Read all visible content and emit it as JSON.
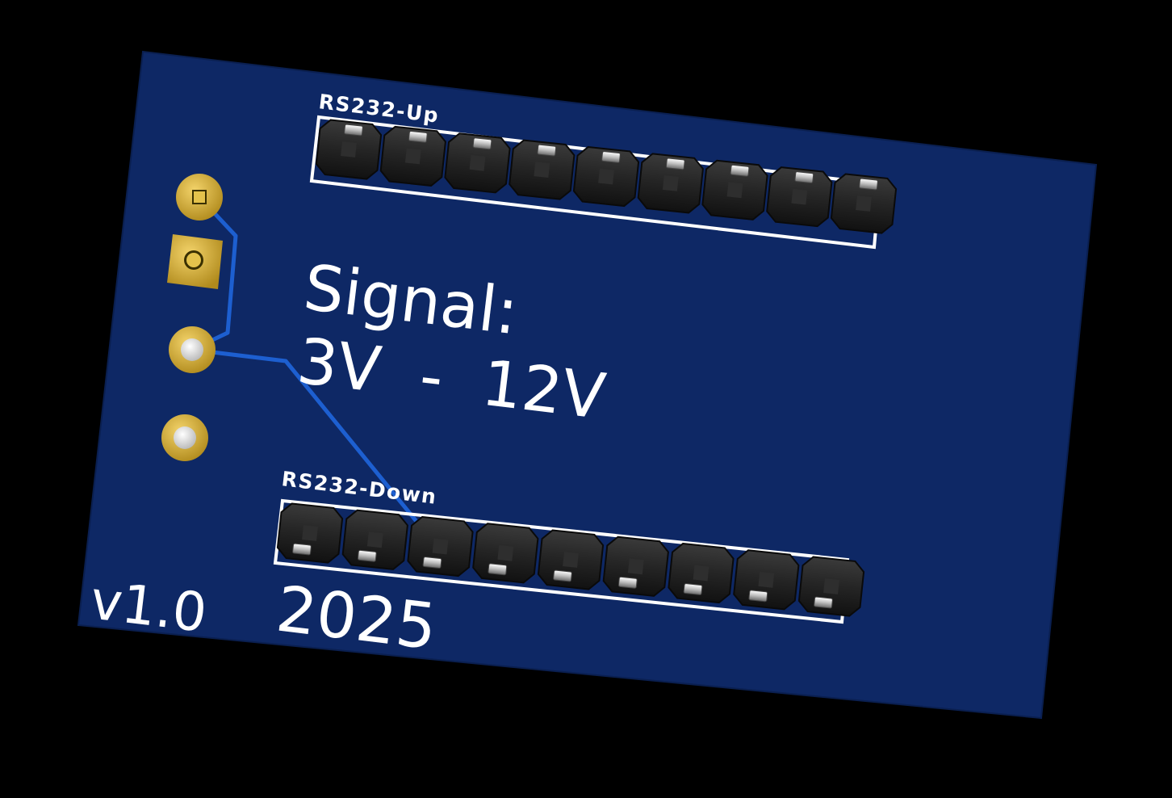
{
  "board": {
    "labels": {
      "top_header": "RS232-Up",
      "bottom_header": "RS232-Down",
      "signal_title": "Signal:",
      "signal_range": "3V  -  12V",
      "version": "v1.0",
      "year": "2025"
    },
    "pin_headers": [
      {
        "name": "RS232-Up",
        "pin_count": 9
      },
      {
        "name": "RS232-Down",
        "pin_count": 9
      }
    ],
    "pads": [
      {
        "shape": "square",
        "finish": "gold"
      },
      {
        "shape": "square",
        "finish": "gold"
      },
      {
        "shape": "round",
        "finish": "gold"
      },
      {
        "shape": "round",
        "finish": "gold"
      }
    ],
    "colors": {
      "background": "#000000",
      "pcb": "#0e2865",
      "trace": "#1d5fd0",
      "silkscreen": "#ffffff",
      "pad_gold": "#c9a227",
      "header_plastic": "#1b1b1b",
      "pin_metal": "#cfcfcf"
    }
  }
}
